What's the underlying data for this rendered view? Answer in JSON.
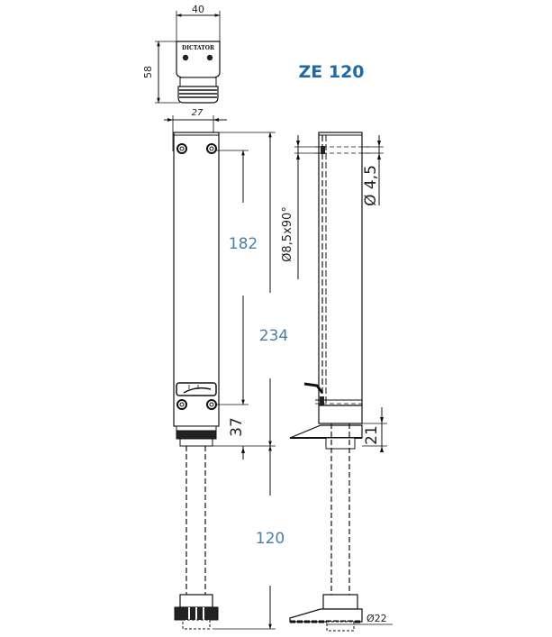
{
  "title": "ZE 120",
  "colors": {
    "title": "#1f6aa5",
    "dimension_text": "#4a7fa6",
    "lines": "#111111",
    "background": "#ffffff"
  },
  "top_view": {
    "width_label": "40",
    "height_label": "58",
    "brand_label": "DICTATOR"
  },
  "front_view": {
    "hole_spacing_label": "27",
    "dim_182": "182",
    "dim_234": "234",
    "dim_37": "37",
    "dim_120": "120"
  },
  "side_view": {
    "countersink_label": "Ø8,5x90°",
    "hole_label": "Ø 4,5",
    "dim_21": "21",
    "rod_diameter_label": "Ø22"
  }
}
